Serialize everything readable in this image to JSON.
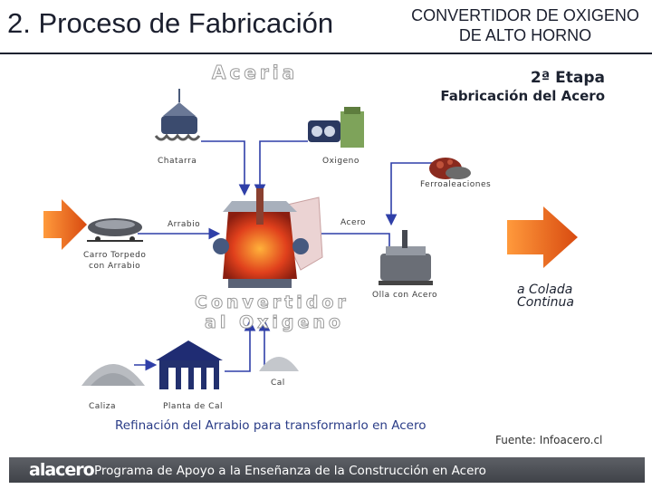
{
  "header": {
    "title": "2. Proceso de Fabricación",
    "subtitle_line1": "CONVERTIDOR DE OXIGENO",
    "subtitle_line2": "DE ALTO HORNO"
  },
  "diagram": {
    "section_word": "Aceria",
    "stage_line1": "2ª Etapa",
    "stage_line2": "Fabricación del Acero",
    "converter_line1": "Convertidor",
    "converter_line2": "al Oxigeno",
    "exit_line1": "a Colada",
    "exit_line2": "Continua",
    "labels": {
      "chatarra": "Chatarra",
      "oxigeno": "Oxigeno",
      "ferroaleaciones": "Ferroaleaciones",
      "arrabio": "Arrabio",
      "acero": "Acero",
      "carro_line1": "Carro Torpedo",
      "carro_line2": "con Arrabio",
      "olla": "Olla con Acero",
      "cal": "Cal",
      "caliza": "Caliza",
      "planta": "Planta de Cal"
    },
    "caption": "Refinación del Arrabio para transformarlo en Acero",
    "source": "Fuente: Infoacero.cl"
  },
  "footer": {
    "logo": "alacero",
    "text": "Programa de Apoyo a la Enseñanza de la Construcción en Acero"
  },
  "colors": {
    "arrow_blue": "#2f3fa8",
    "arrow_orange": "#e8621a",
    "converter_red": "#d83a1e",
    "title_dark": "#1b1f2e"
  },
  "icons": [
    "scrap-crane-icon",
    "oxygen-tank-icon",
    "ferroalloy-pile-icon",
    "torpedo-car-icon",
    "converter-icon",
    "ladle-icon",
    "limestone-pile-icon",
    "lime-plant-icon",
    "lime-pile-icon"
  ]
}
